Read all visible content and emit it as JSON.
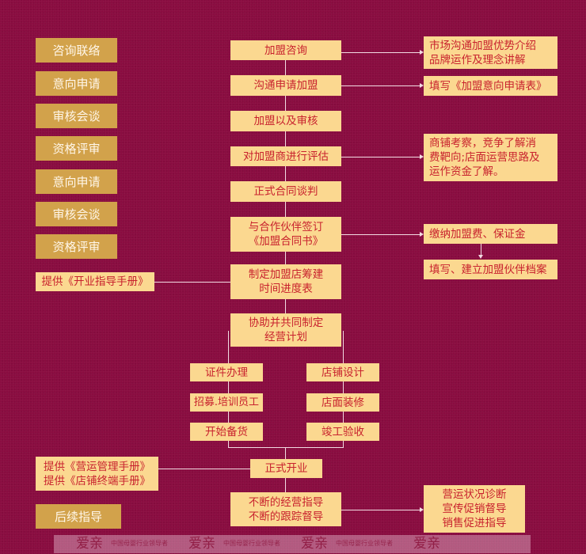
{
  "left_labels": [
    "咨询联络",
    "意向申请",
    "审核会谈",
    "资格评审",
    "意向申请",
    "审核会谈",
    "资格评审"
  ],
  "left_notes": {
    "opening_manual": "提供《开业指导手册》",
    "operation_manuals": "提供《营运管理手册》\n提供《店铺终端手册》",
    "follow_up": "后续指导"
  },
  "main_steps": [
    "加盟咨询",
    "沟通申请加盟",
    "加盟以及审核",
    "对加盟商进行评估",
    "正式合同谈判",
    "与合作伙伴签订\n《加盟合同书》",
    "制定加盟店筹建\n时间进度表",
    "协助并共同制定\n经营计划"
  ],
  "branch_left": [
    "证件办理",
    "招募.培训员工",
    "开始备货"
  ],
  "branch_right": [
    "店铺设计",
    "店面装修",
    "竣工验收"
  ],
  "opening": "正式开业",
  "ongoing": "不断的经营指导\n不断的跟踪督导",
  "right_notes": [
    "市场沟通加盟优势介绍\n品牌运作及理念讲解",
    "填写《加盟意向申请表》",
    "商铺考察，竞争了解消\n费靶向;店面运营思路及\n运作资金了解。",
    "缴纳加盟费、保证金",
    "填写、建立加盟伙伴档案",
    "营运状况诊断\n宣传促销督导\n销售促进指导"
  ],
  "watermark": {
    "logo": "爱亲",
    "tagline": "中国母婴行业领导者"
  },
  "colors": {
    "background": "#8a0c40",
    "step_fill": "#fbd890",
    "step_text": "#c8222e",
    "label_fill": "#d2a24b",
    "label_text": "#fff6e8"
  }
}
